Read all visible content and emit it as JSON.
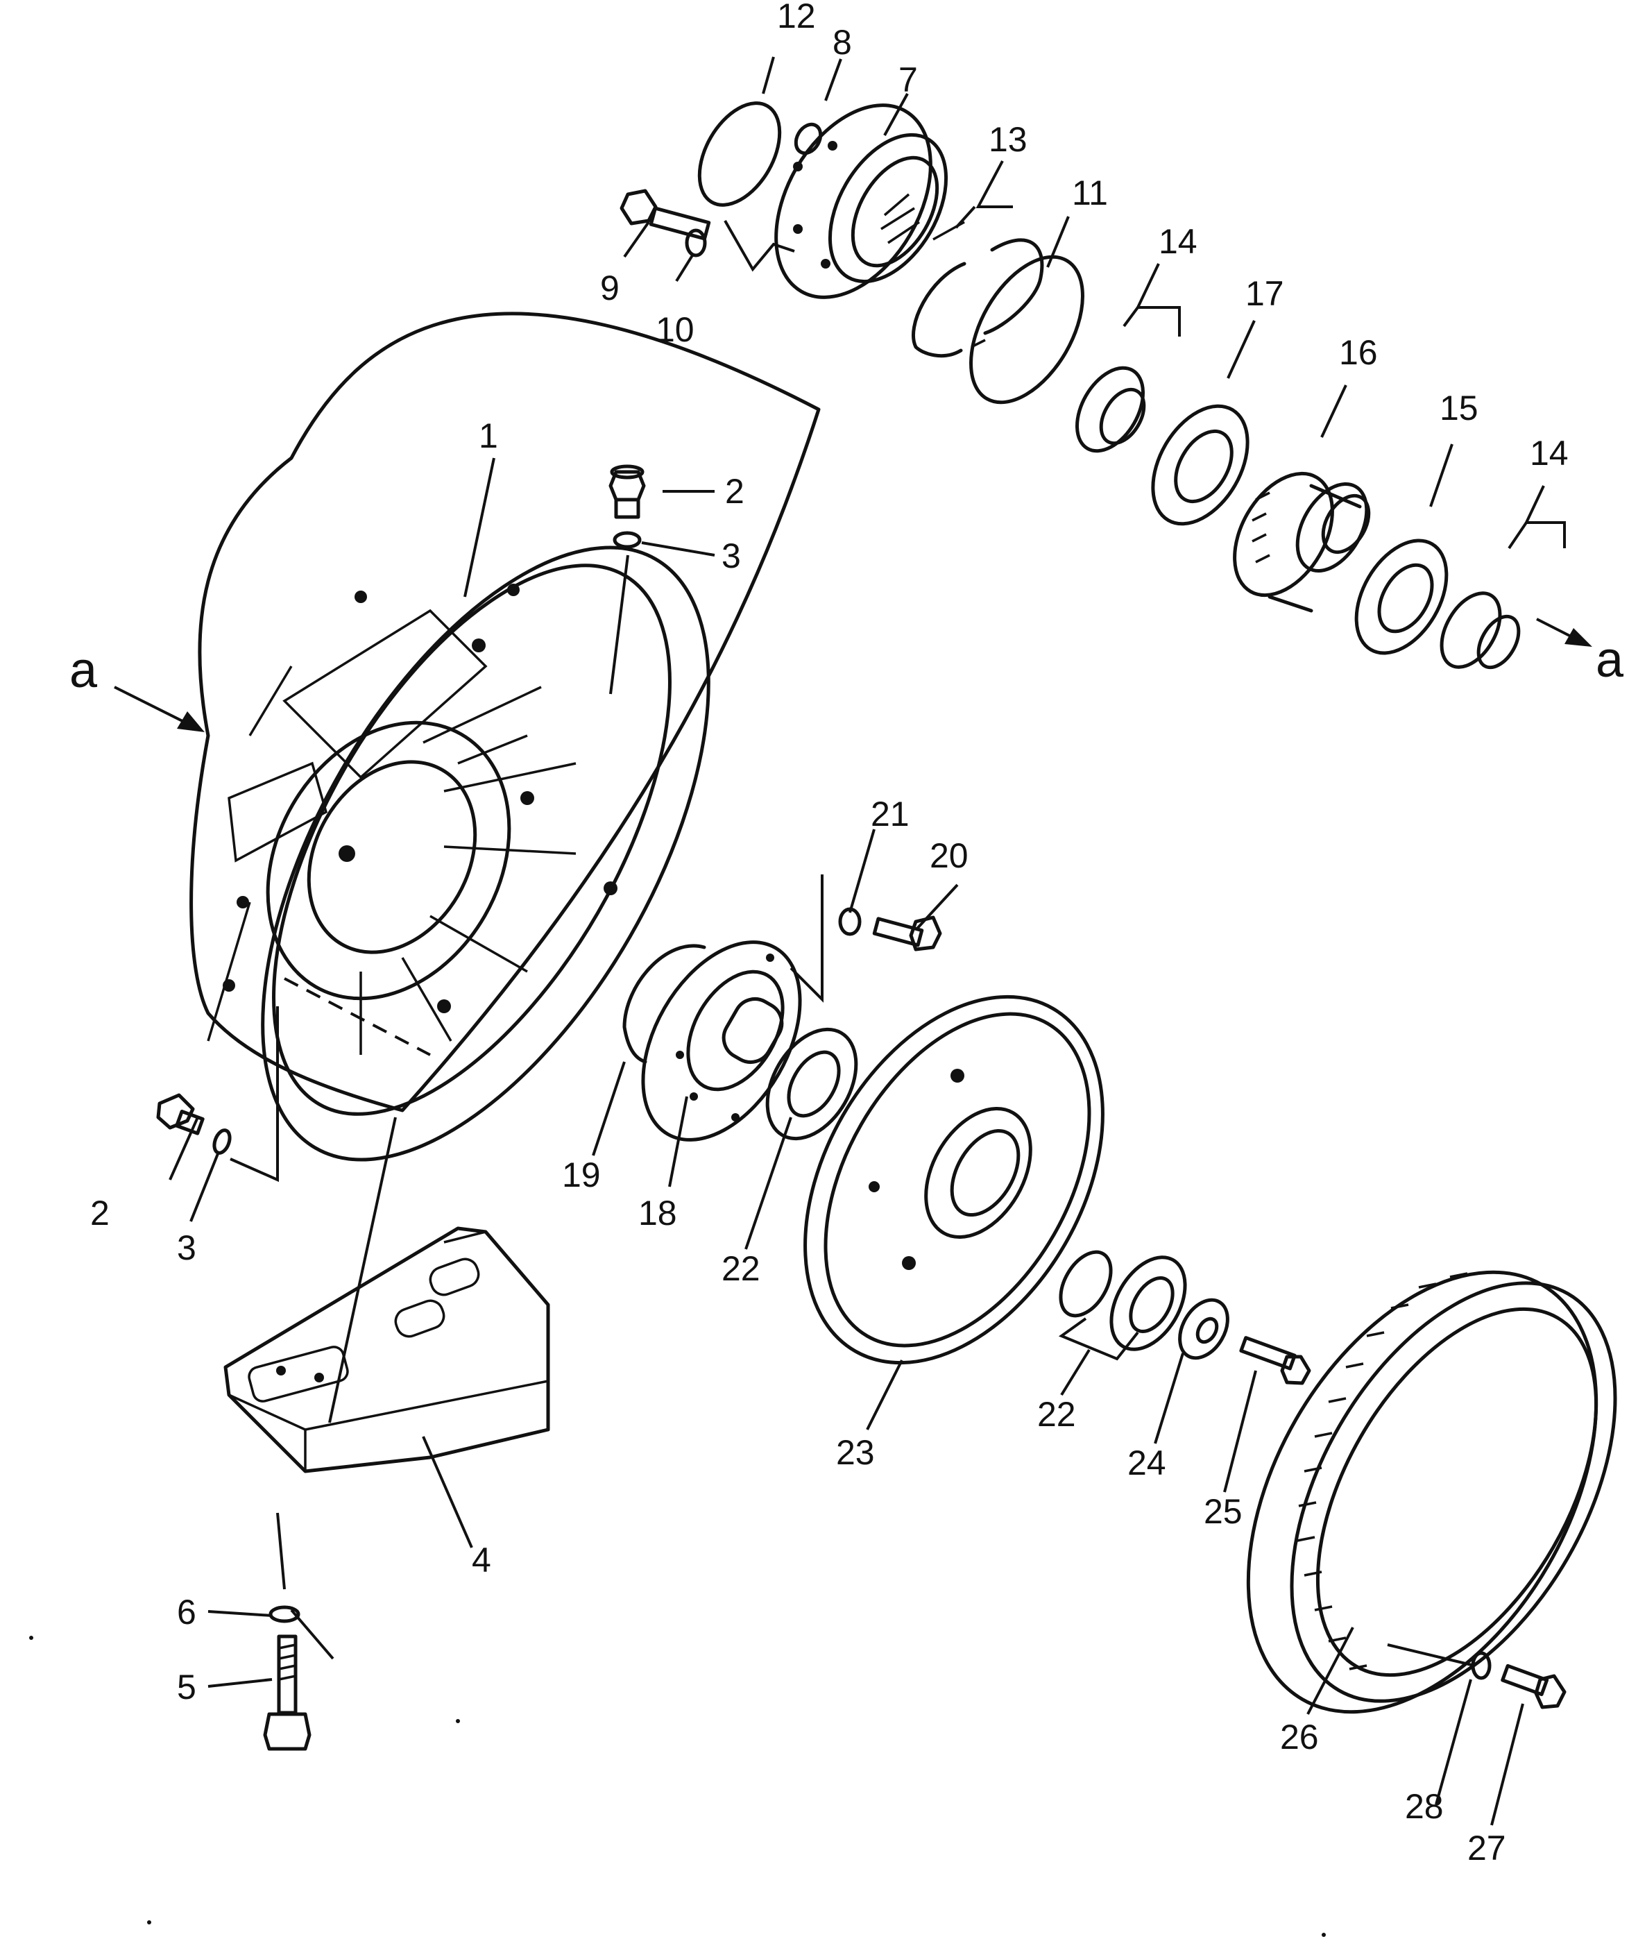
{
  "diagram": {
    "callouts": [
      {
        "id": "1",
        "label": "1"
      },
      {
        "id": "2a",
        "label": "2"
      },
      {
        "id": "2b",
        "label": "2"
      },
      {
        "id": "3a",
        "label": "3"
      },
      {
        "id": "3b",
        "label": "3"
      },
      {
        "id": "4",
        "label": "4"
      },
      {
        "id": "5",
        "label": "5"
      },
      {
        "id": "6",
        "label": "6"
      },
      {
        "id": "7",
        "label": "7"
      },
      {
        "id": "8",
        "label": "8"
      },
      {
        "id": "9",
        "label": "9"
      },
      {
        "id": "10",
        "label": "10"
      },
      {
        "id": "11",
        "label": "11"
      },
      {
        "id": "12",
        "label": "12"
      },
      {
        "id": "13",
        "label": "13"
      },
      {
        "id": "14a",
        "label": "14"
      },
      {
        "id": "14b",
        "label": "14"
      },
      {
        "id": "15",
        "label": "15"
      },
      {
        "id": "16",
        "label": "16"
      },
      {
        "id": "17",
        "label": "17"
      },
      {
        "id": "18",
        "label": "18"
      },
      {
        "id": "19",
        "label": "19"
      },
      {
        "id": "20",
        "label": "20"
      },
      {
        "id": "21",
        "label": "21"
      },
      {
        "id": "22a",
        "label": "22"
      },
      {
        "id": "22b",
        "label": "22"
      },
      {
        "id": "23",
        "label": "23"
      },
      {
        "id": "24",
        "label": "24"
      },
      {
        "id": "25",
        "label": "25"
      },
      {
        "id": "26",
        "label": "26"
      },
      {
        "id": "27",
        "label": "27"
      },
      {
        "id": "28",
        "label": "28"
      }
    ],
    "view_markers": [
      "a",
      "a"
    ]
  }
}
